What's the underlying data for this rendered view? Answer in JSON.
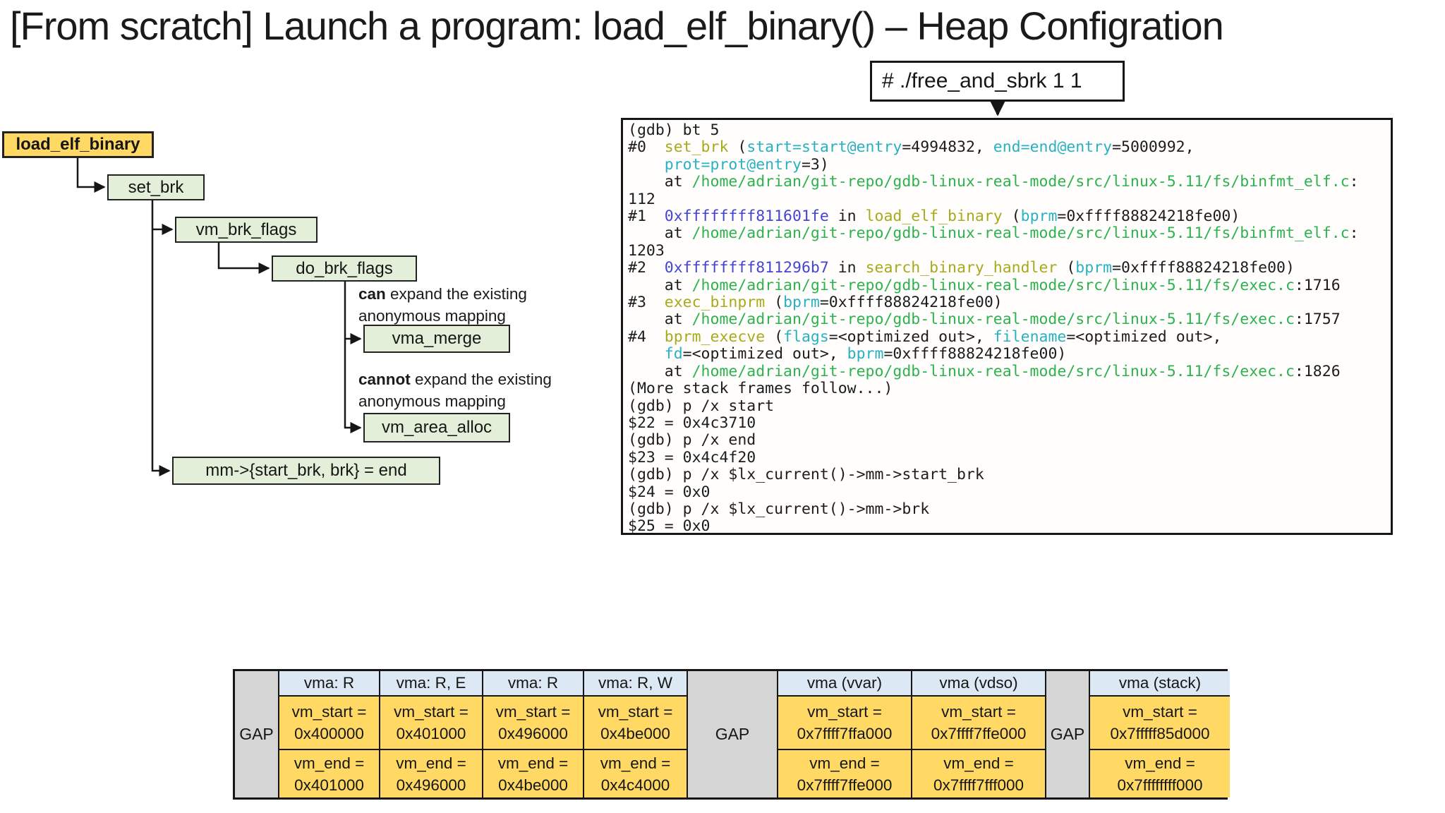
{
  "title": "[From scratch] Launch a program: load_elf_binary() – Heap Configration",
  "command_box": {
    "text": "# ./free_and_sbrk 1 1"
  },
  "flowchart": {
    "nodes": {
      "load_elf_binary": "load_elf_binary",
      "set_brk": "set_brk",
      "vm_brk_flags": "vm_brk_flags",
      "do_brk_flags": "do_brk_flags",
      "vma_merge": "vma_merge",
      "vm_area_alloc": "vm_area_alloc",
      "mm_assign": "mm->{start_brk, brk} = end"
    },
    "annotations": [
      {
        "bold": "can",
        "rest": " expand the existing",
        "line2": "anonymous mapping"
      },
      {
        "bold": "cannot",
        "rest": " expand the existing",
        "line2": "anonymous mapping"
      }
    ]
  },
  "gdb": {
    "lines": [
      [
        [
          "k",
          "(gdb) bt 5"
        ]
      ],
      [
        [
          "k",
          "#0  "
        ],
        [
          "y",
          "set_brk"
        ],
        [
          "k",
          " ("
        ],
        [
          "c",
          "start=start@entry"
        ],
        [
          "k",
          "=4994832, "
        ],
        [
          "c",
          "end=end@entry"
        ],
        [
          "k",
          "=5000992,"
        ]
      ],
      [
        [
          "k",
          "    "
        ],
        [
          "c",
          "prot=prot@entry"
        ],
        [
          "k",
          "=3)"
        ]
      ],
      [
        [
          "k",
          "    at "
        ],
        [
          "g",
          "/home/adrian/git-repo/gdb-linux-real-mode/src/linux-5.11/fs/binfmt_elf.c"
        ],
        [
          "k",
          ":"
        ]
      ],
      [
        [
          "k",
          "112"
        ]
      ],
      [
        [
          "k",
          "#1  "
        ],
        [
          "b",
          "0xffffffff811601fe"
        ],
        [
          "k",
          " in "
        ],
        [
          "y",
          "load_elf_binary"
        ],
        [
          "k",
          " ("
        ],
        [
          "c",
          "bprm"
        ],
        [
          "k",
          "=0xffff88824218fe00)"
        ]
      ],
      [
        [
          "k",
          "    at "
        ],
        [
          "g",
          "/home/adrian/git-repo/gdb-linux-real-mode/src/linux-5.11/fs/binfmt_elf.c"
        ],
        [
          "k",
          ":"
        ]
      ],
      [
        [
          "k",
          "1203"
        ]
      ],
      [
        [
          "k",
          "#2  "
        ],
        [
          "b",
          "0xffffffff811296b7"
        ],
        [
          "k",
          " in "
        ],
        [
          "y",
          "search_binary_handler"
        ],
        [
          "k",
          " ("
        ],
        [
          "c",
          "bprm"
        ],
        [
          "k",
          "=0xffff88824218fe00)"
        ]
      ],
      [
        [
          "k",
          "    at "
        ],
        [
          "g",
          "/home/adrian/git-repo/gdb-linux-real-mode/src/linux-5.11/fs/exec.c"
        ],
        [
          "k",
          ":1716"
        ]
      ],
      [
        [
          "k",
          "#3  "
        ],
        [
          "y",
          "exec_binprm"
        ],
        [
          "k",
          " ("
        ],
        [
          "c",
          "bprm"
        ],
        [
          "k",
          "=0xffff88824218fe00)"
        ]
      ],
      [
        [
          "k",
          "    at "
        ],
        [
          "g",
          "/home/adrian/git-repo/gdb-linux-real-mode/src/linux-5.11/fs/exec.c"
        ],
        [
          "k",
          ":1757"
        ]
      ],
      [
        [
          "k",
          "#4  "
        ],
        [
          "y",
          "bprm_execve"
        ],
        [
          "k",
          " ("
        ],
        [
          "c",
          "flags"
        ],
        [
          "k",
          "=<optimized out>, "
        ],
        [
          "c",
          "filename"
        ],
        [
          "k",
          "=<optimized out>,"
        ]
      ],
      [
        [
          "k",
          "    "
        ],
        [
          "c",
          "fd"
        ],
        [
          "k",
          "=<optimized out>, "
        ],
        [
          "c",
          "bprm"
        ],
        [
          "k",
          "=0xffff88824218fe00)"
        ]
      ],
      [
        [
          "k",
          "    at "
        ],
        [
          "g",
          "/home/adrian/git-repo/gdb-linux-real-mode/src/linux-5.11/fs/exec.c"
        ],
        [
          "k",
          ":1826"
        ]
      ],
      [
        [
          "k",
          "(More stack frames follow...)"
        ]
      ],
      [
        [
          "k",
          "(gdb) p /x start"
        ]
      ],
      [
        [
          "k",
          "$22 = 0x4c3710"
        ]
      ],
      [
        [
          "k",
          "(gdb) p /x end"
        ]
      ],
      [
        [
          "k",
          "$23 = 0x4c4f20"
        ]
      ],
      [
        [
          "k",
          "(gdb) p /x $lx_current()->mm->start_brk"
        ]
      ],
      [
        [
          "k",
          "$24 = 0x0"
        ]
      ],
      [
        [
          "k",
          "(gdb) p /x $lx_current()->mm->brk"
        ]
      ],
      [
        [
          "k",
          "$25 = 0x0"
        ]
      ]
    ]
  },
  "memory_table": {
    "gap_label": "GAP",
    "vm_start_label": "vm_start =",
    "vm_end_label": "vm_end =",
    "columns": [
      {
        "gap": true
      },
      {
        "header": "vma: R",
        "vm_start": "0x400000",
        "vm_end": "0x401000"
      },
      {
        "header": "vma: R, E",
        "vm_start": "0x401000",
        "vm_end": "0x496000"
      },
      {
        "header": "vma: R",
        "vm_start": "0x496000",
        "vm_end": "0x4be000"
      },
      {
        "header": "vma: R, W",
        "vm_start": "0x4be000",
        "vm_end": "0x4c4000"
      },
      {
        "gap": true
      },
      {
        "header": "vma (vvar)",
        "vm_start": "0x7ffff7ffa000",
        "vm_end": "0x7ffff7ffe000"
      },
      {
        "header": "vma (vdso)",
        "vm_start": "0x7ffff7ffe000",
        "vm_end": "0x7ffff7fff000"
      },
      {
        "gap": true
      },
      {
        "header": "vma (stack)",
        "vm_start": "0x7fffff85d000",
        "vm_end": "0x7ffffffff000"
      }
    ]
  },
  "colors": {
    "gold": "#ffd964",
    "header_blue": "#dce8f4",
    "gap_gray": "#d5d5d5",
    "green_box": "#e3efd9",
    "gdb_function": "#a9a91c",
    "gdb_variable": "#27b1c3",
    "gdb_path": "#2eb24e",
    "gdb_address": "#4444d4"
  }
}
